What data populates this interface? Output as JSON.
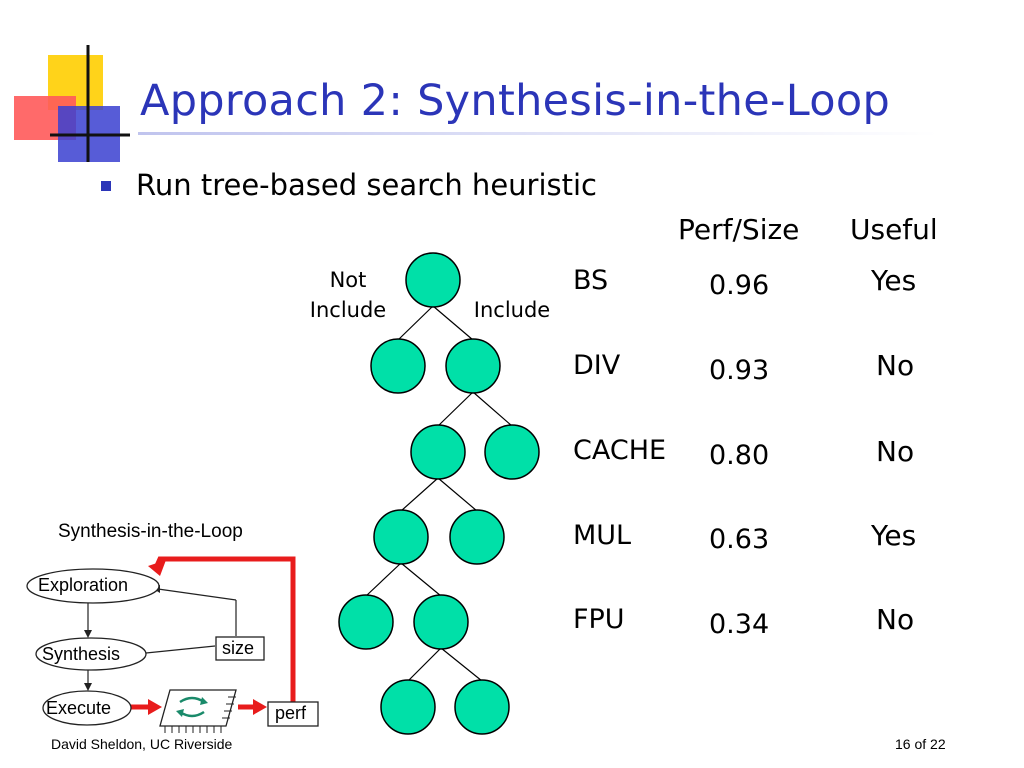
{
  "slide": {
    "title": "Approach 2: Synthesis-in-the-Loop",
    "bullet": "Run tree-based search heuristic",
    "accent_color": "#2b35b8",
    "node_color": "#00e0a8"
  },
  "tree": {
    "left_branch_label_line1": "Not",
    "left_branch_label_line2": "Include",
    "right_branch_label": "Include"
  },
  "table": {
    "headers": {
      "perf_size": "Perf/Size",
      "useful": "Useful"
    },
    "rows": [
      {
        "name": "BS",
        "value": "0.96",
        "useful": "Yes"
      },
      {
        "name": "DIV",
        "value": "0.93",
        "useful": "No"
      },
      {
        "name": "CACHE",
        "value": "0.80",
        "useful": "No"
      },
      {
        "name": "MUL",
        "value": "0.63",
        "useful": "Yes"
      },
      {
        "name": "FPU",
        "value": "0.34",
        "useful": "No"
      }
    ]
  },
  "loop_diagram": {
    "title": "Synthesis-in-the-Loop",
    "exploration": "Exploration",
    "synthesis": "Synthesis",
    "execute": "Execute",
    "size": "size",
    "perf": "perf",
    "arrow_color": "#e81c1c"
  },
  "footer": {
    "author": "David Sheldon, UC Riverside",
    "page": "16 of 22"
  }
}
